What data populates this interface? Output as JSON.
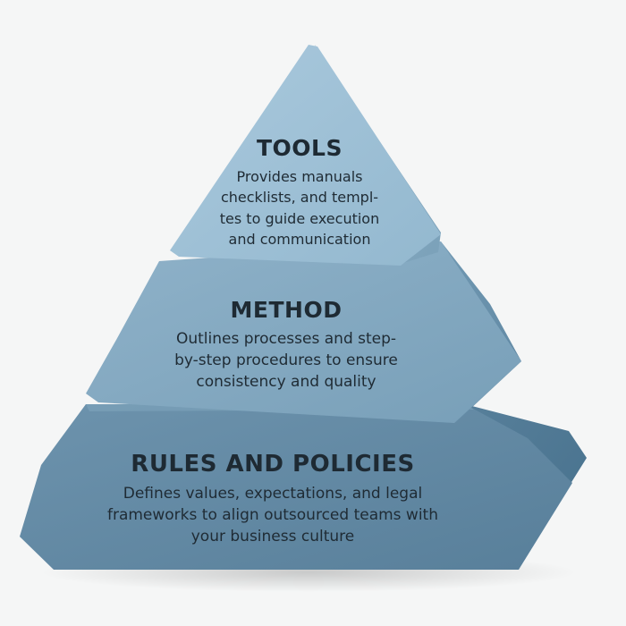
{
  "diagram": {
    "type": "pyramid",
    "colors": {
      "background": "#f5f6f6",
      "top_tier": "#9bbfd6",
      "middle_tier": "#7ea7c0",
      "bottom_tier": "#5f87a2",
      "text": "#1e2a33"
    },
    "tiers": [
      {
        "title": "TOOLS",
        "description": "Provides manuals checklists, and templ-tes to guide execution and communication",
        "lines": [
          "Provides manuals",
          "checklists, and templ-",
          "tes to guide execution",
          "and communication"
        ]
      },
      {
        "title": "METHOD",
        "description": "Outlines processes and step-by-step procedures to ensure consistency and quality",
        "lines": [
          "Outlines processes and step-",
          "by-step procedures to ensure",
          "consistency and quality"
        ]
      },
      {
        "title": "RULES AND POLICIES",
        "description": "Defines values, expectations, and legal frameworks to align outsourced teams with your business culture",
        "lines": [
          "Defines values, expectations, and legal",
          "frameworks to align outsourced teams with",
          "your business culture"
        ]
      }
    ]
  }
}
